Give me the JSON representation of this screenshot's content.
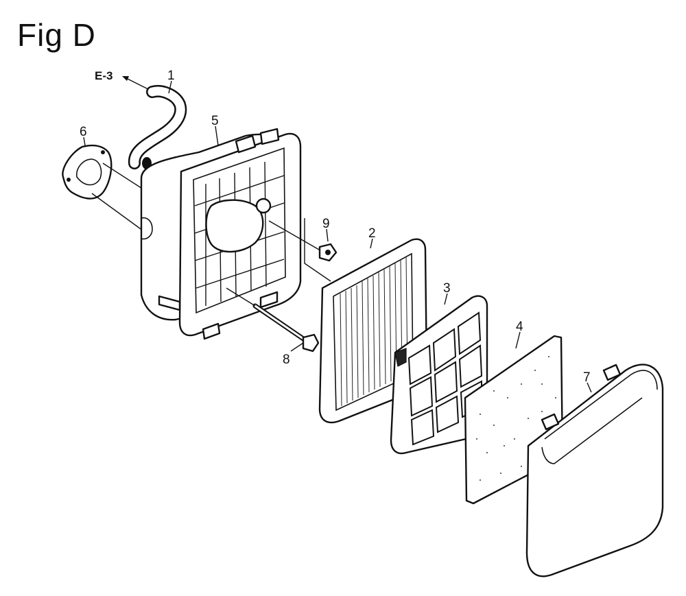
{
  "figure": {
    "title": "Fig D",
    "reference_label": "E-3"
  },
  "callouts": [
    {
      "id": "1",
      "label": "1"
    },
    {
      "id": "2",
      "label": "2"
    },
    {
      "id": "3",
      "label": "3"
    },
    {
      "id": "4",
      "label": "4"
    },
    {
      "id": "5",
      "label": "5"
    },
    {
      "id": "6",
      "label": "6"
    },
    {
      "id": "7",
      "label": "7"
    },
    {
      "id": "8",
      "label": "8"
    },
    {
      "id": "9",
      "label": "9"
    }
  ]
}
